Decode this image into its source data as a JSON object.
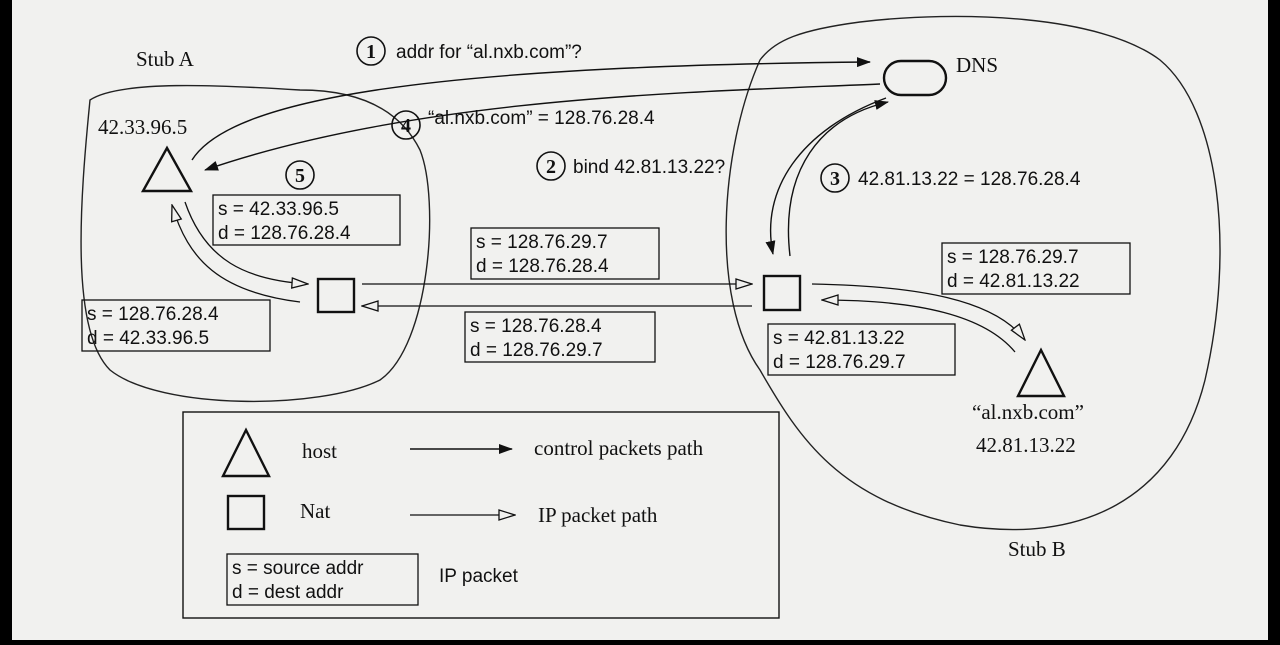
{
  "stubs": {
    "a": {
      "label": "Stub A",
      "host_ip": "42.33.96.5"
    },
    "b": {
      "label": "Stub B",
      "host_name": "“al.nxb.com”",
      "host_ip": "42.81.13.22"
    }
  },
  "dns": {
    "label": "DNS"
  },
  "steps": [
    {
      "num": "1",
      "text": "addr for “al.nxb.com”?"
    },
    {
      "num": "2",
      "text": "bind 42.81.13.22?"
    },
    {
      "num": "3",
      "text": "42.81.13.22 = 128.76.28.4"
    },
    {
      "num": "4",
      "text": "“al.nxb.com” = 128.76.28.4"
    },
    {
      "num": "5",
      "text": ""
    }
  ],
  "packets": [
    {
      "s": "s = 42.33.96.5",
      "d": "d = 128.76.28.4"
    },
    {
      "s": "s = 128.76.28.4",
      "d": "d = 42.33.96.5"
    },
    {
      "s": "s = 128.76.29.7",
      "d": "d = 128.76.28.4"
    },
    {
      "s": "s = 128.76.28.4",
      "d": "d = 128.76.29.7"
    },
    {
      "s": "s = 128.76.29.7",
      "d": "d = 42.81.13.22"
    },
    {
      "s": "s = 42.81.13.22",
      "d": "d = 128.76.29.7"
    }
  ],
  "legend": {
    "host": "host",
    "nat": "Nat",
    "control_path": "control packets path",
    "ip_path": "IP packet path",
    "packet_s": "s = source addr",
    "packet_d": "d = dest addr",
    "packet_label": "IP packet"
  },
  "colors": {
    "paper": "#f1f1ef",
    "ink": "#111111",
    "frame": "#000000"
  }
}
